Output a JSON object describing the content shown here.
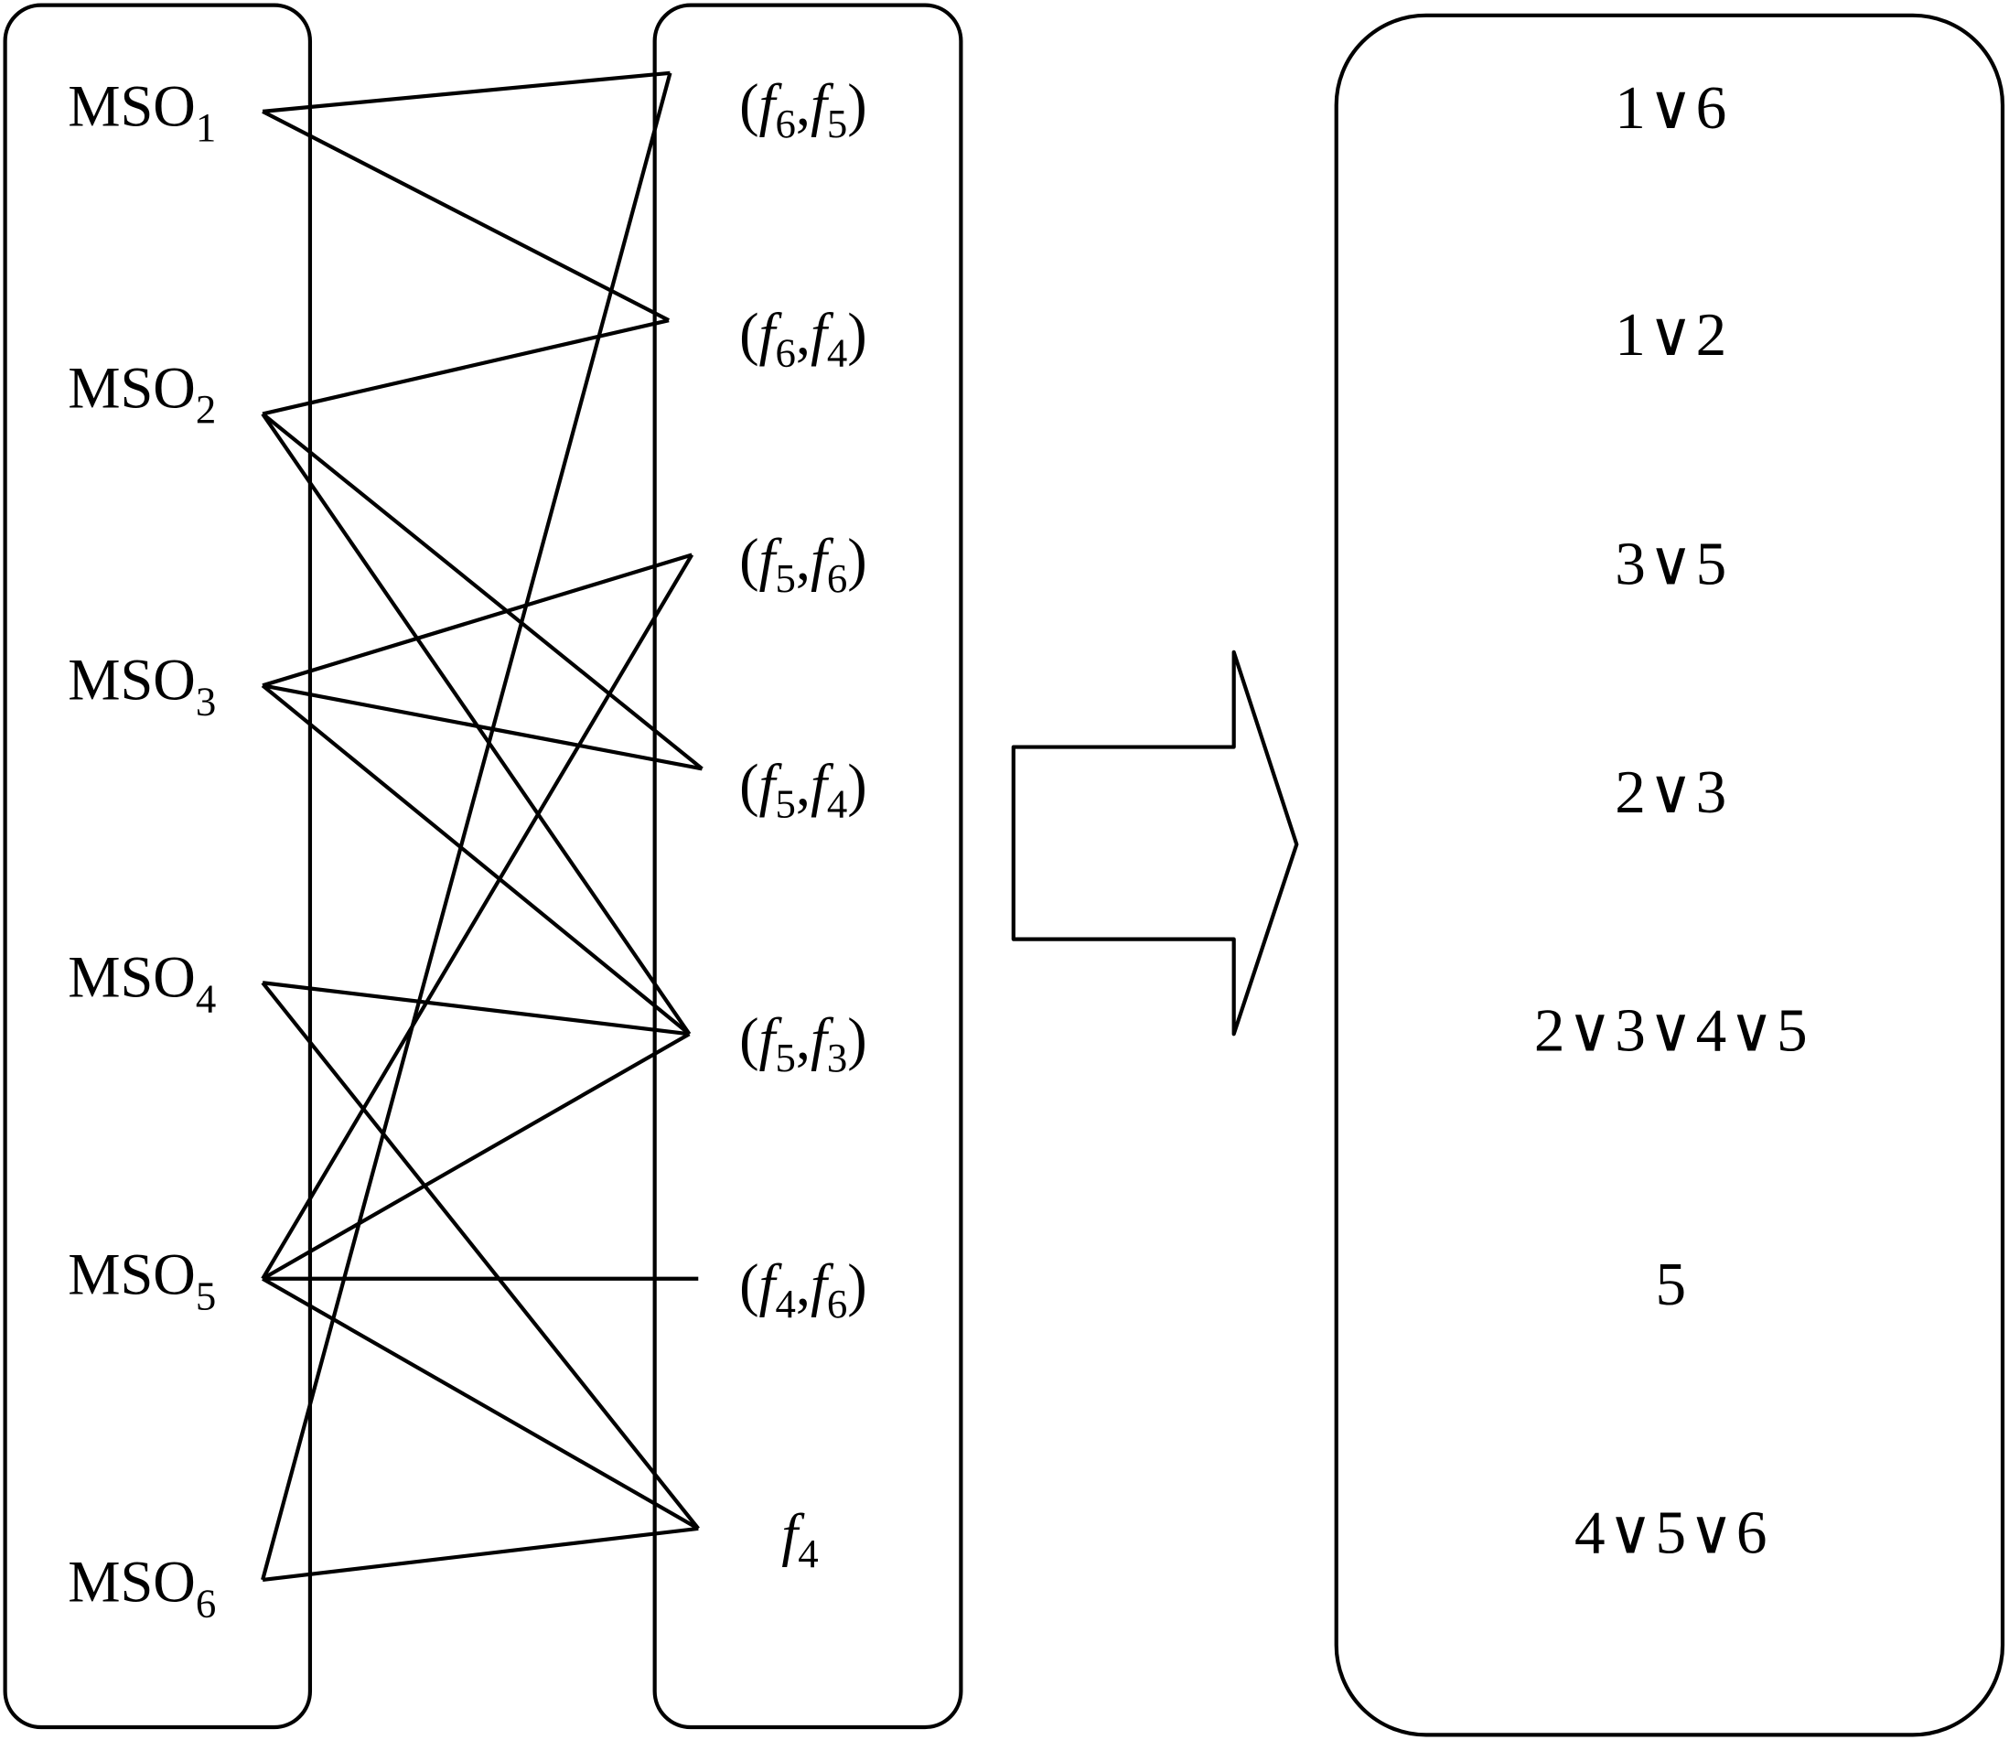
{
  "diagram": {
    "left_column": {
      "nodes": [
        {
          "id": "MSO1",
          "base": "MSO",
          "sub": "1"
        },
        {
          "id": "MSO2",
          "base": "MSO",
          "sub": "2"
        },
        {
          "id": "MSO3",
          "base": "MSO",
          "sub": "3"
        },
        {
          "id": "MSO4",
          "base": "MSO",
          "sub": "4"
        },
        {
          "id": "MSO5",
          "base": "MSO",
          "sub": "5"
        },
        {
          "id": "MSO6",
          "base": "MSO",
          "sub": "6"
        }
      ]
    },
    "middle_column": {
      "nodes": [
        {
          "id": "f6f5",
          "pair": true,
          "a": "6",
          "b": "5"
        },
        {
          "id": "f6f4",
          "pair": true,
          "a": "6",
          "b": "4"
        },
        {
          "id": "f5f6",
          "pair": true,
          "a": "5",
          "b": "6"
        },
        {
          "id": "f5f4",
          "pair": true,
          "a": "5",
          "b": "4"
        },
        {
          "id": "f5f3",
          "pair": true,
          "a": "5",
          "b": "3"
        },
        {
          "id": "f4f6",
          "pair": true,
          "a": "4",
          "b": "6"
        },
        {
          "id": "f4",
          "pair": false,
          "a": "4"
        }
      ],
      "symbol": "f"
    },
    "edges": [
      [
        "MSO1",
        "f6f5"
      ],
      [
        "MSO1",
        "f6f4"
      ],
      [
        "MSO2",
        "f6f4"
      ],
      [
        "MSO2",
        "f5f4"
      ],
      [
        "MSO2",
        "f5f3"
      ],
      [
        "MSO3",
        "f5f6"
      ],
      [
        "MSO3",
        "f5f4"
      ],
      [
        "MSO3",
        "f5f3"
      ],
      [
        "MSO4",
        "f5f3"
      ],
      [
        "MSO4",
        "f4"
      ],
      [
        "MSO5",
        "f5f6"
      ],
      [
        "MSO5",
        "f5f3"
      ],
      [
        "MSO5",
        "f4f6"
      ],
      [
        "MSO5",
        "f4"
      ],
      [
        "MSO6",
        "f6f5"
      ],
      [
        "MSO6",
        "f4"
      ]
    ],
    "arrow": {
      "direction": "right"
    },
    "right_column": {
      "results": [
        "1∨6",
        "1∨2",
        "3∨5",
        "2∨3",
        "2∨3∨4∨5",
        "5",
        "4∨5∨6"
      ]
    }
  }
}
